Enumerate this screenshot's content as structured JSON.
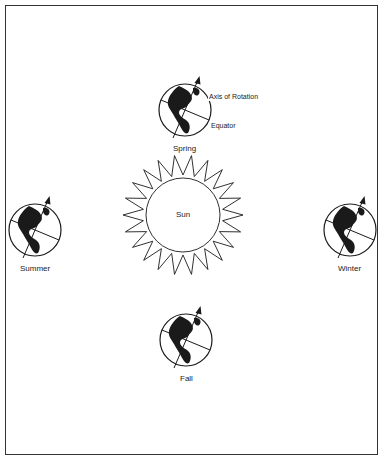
{
  "diagram": {
    "nodes": [
      {
        "text": [
          "Spring"
        ]
      },
      {
        "text": [
          "Summer"
        ]
      },
      {
        "text": [
          "Sun"
        ]
      },
      {
        "text": [
          "Winter"
        ]
      },
      {
        "text": [
          "Fall"
        ]
      }
    ],
    "labels": [
      "Axis of Rotation",
      "Equator"
    ]
  }
}
